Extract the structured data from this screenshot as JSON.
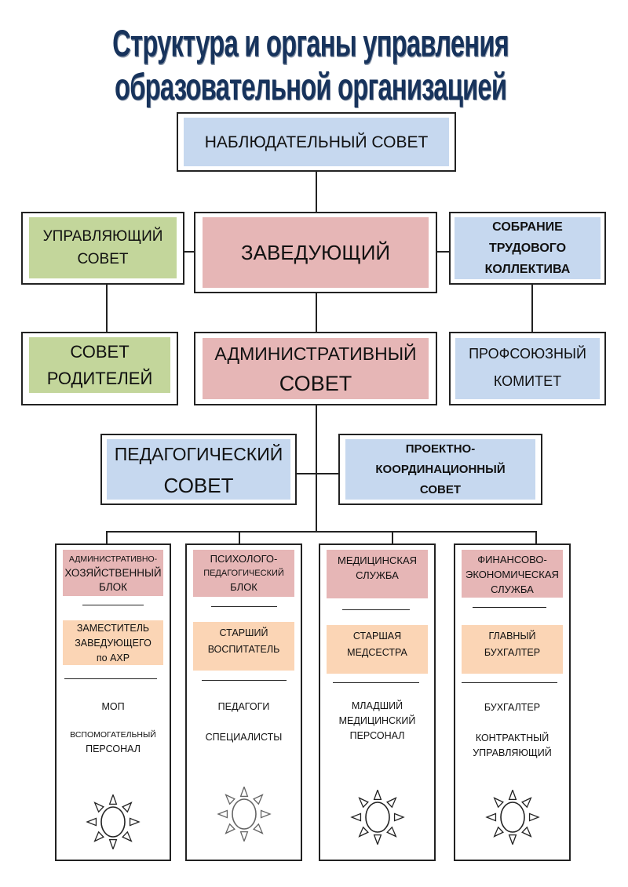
{
  "title": "Структура и органы управления образовательной организацией",
  "top": {
    "supervisory_board": "НАБЛЮДАТЕЛЬНЫЙ СОВЕТ"
  },
  "row2": {
    "managing_board": [
      "УПРАВЛЯЮЩИЙ",
      "СОВЕТ"
    ],
    "head": "ЗАВЕДУЮЩИЙ",
    "labor_meeting": [
      "СОБРАНИЕ",
      "ТРУДОВОГО",
      "КОЛЛЕКТИВА"
    ]
  },
  "row3": {
    "parents_council": [
      "СОВЕТ",
      "РОДИТЕЛЕЙ"
    ],
    "admin_council": [
      "АДМИНИСТРАТИВНЫЙ",
      "СОВЕТ"
    ],
    "trade_union": [
      "ПРОФСОЮЗНЫЙ",
      "КОМИТЕТ"
    ]
  },
  "row4": {
    "pedagogical_council": [
      "ПЕДАГОГИЧЕСКИЙ",
      "СОВЕТ"
    ],
    "project_council": [
      "ПРОЕКТНО-",
      "КООРДИНАЦИОННЫЙ",
      "СОВЕТ"
    ]
  },
  "columns": [
    {
      "head": [
        "АДМИНИСТРАТИВНО-",
        "ХОЗЯЙСТВЕННЫЙ",
        "БЛОК"
      ],
      "leader": [
        "ЗАМЕСТИТЕЛЬ",
        "ЗАВЕДУЮЩЕГО",
        "по АХР"
      ],
      "staff": [
        "МОП",
        "ВСПОМОГАТЕЛЬНЫЙ",
        "ПЕРСОНАЛ"
      ],
      "icon": "sun-icon"
    },
    {
      "head": [
        "ПСИХОЛОГО-",
        "ПЕДАГОГИЧЕСКИЙ",
        "БЛОК"
      ],
      "leader": [
        "СТАРШИЙ",
        "ВОСПИТАТЕЛЬ"
      ],
      "staff": [
        "ПЕДАГОГИ",
        "СПЕЦИАЛИСТЫ"
      ],
      "icon": "sun-icon"
    },
    {
      "head": [
        "МЕДИЦИНСКАЯ",
        "СЛУЖБА"
      ],
      "leader": [
        "СТАРШАЯ",
        "МЕДСЕСТРА"
      ],
      "staff": [
        "МЛАДШИЙ",
        "МЕДИЦИНСКИЙ",
        "ПЕРСОНАЛ"
      ],
      "icon": "sun-icon"
    },
    {
      "head": [
        "ФИНАНСОВО-",
        "ЭКОНОМИЧЕСКАЯ",
        "СЛУЖБА"
      ],
      "leader": [
        "ГЛАВНЫЙ",
        "БУХГАЛТЕР"
      ],
      "staff": [
        "БУХГАЛТЕР",
        "КОНТРАКТНЫЙ",
        "УПРАВЛЯЮЩИЙ"
      ],
      "icon": "sun-icon"
    }
  ],
  "colors": {
    "title": "#17335c",
    "blue": "#c6d8ef",
    "red": "#e6b6b6",
    "green": "#c3d69b",
    "orange": "#fbd5b5"
  }
}
